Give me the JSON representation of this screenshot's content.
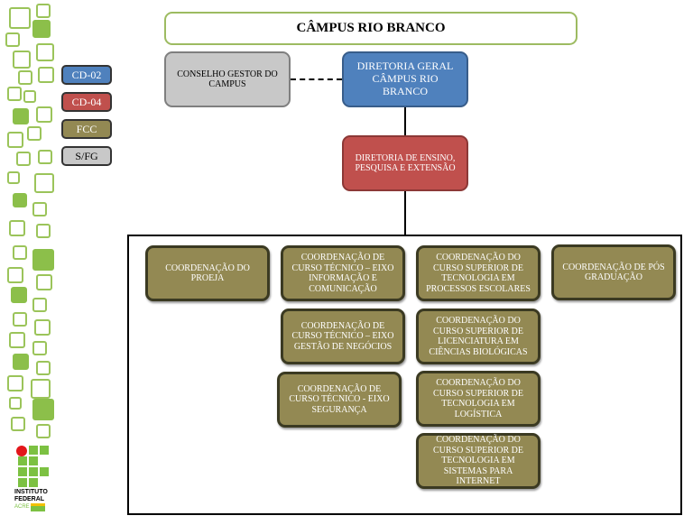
{
  "title": "CÂMPUS RIO BRANCO",
  "legend": [
    {
      "label": "CD-02",
      "color": "#4f81bd"
    },
    {
      "label": "CD-04",
      "color": "#c0504d"
    },
    {
      "label": "FCC",
      "color": "#938953"
    },
    {
      "label": "S/FG",
      "color": "#c8c8c8"
    }
  ],
  "nodes": {
    "conselho": "CONSELHO GESTOR DO CAMPUS",
    "diretoria_geral": "DIRETORIA GERAL CÂMPUS RIO BRANCO",
    "diretoria_ensino": "DIRETORIA DE ENSINO, PESQUISA E EXTENSÃO",
    "proeja": "COORDENAÇÃO DO PROEJA",
    "info": "COORDENAÇÃO DE CURSO TÉCNICO – EIXO INFORMAÇÃO E COMUNICAÇÃO",
    "gestao": "COORDENAÇÃO DE CURSO TÉCNICO – EIXO GESTÃO DE NEGÓCIOS",
    "seguranca": "COORDENAÇÃO DE CURSO TÉCNICO - EIXO SEGURANÇA",
    "processos": "COORDENAÇÃO DO CURSO SUPERIOR DE TECNOLOGIA EM PROCESSOS ESCOLARES",
    "biologicas": "COORDENAÇÃO DO CURSO SUPERIOR DE LICENCIATURA EM CIÊNCIAS BIOLÓGICAS",
    "logistica": "COORDENAÇÃO DO CURSO SUPERIOR DE TECNOLOGIA EM LOGÍSTICA",
    "sistemas": "COORDENAÇÃO DO CURSO SUPERIOR DE TECNOLOGIA EM SISTEMAS PARA INTERNET",
    "pos": "COORDENAÇÃO DE PÓS GRADUAÇÃO"
  },
  "logo": {
    "line1": "INSTITUTO",
    "line2": "FEDERAL",
    "line3": "ACRE"
  }
}
